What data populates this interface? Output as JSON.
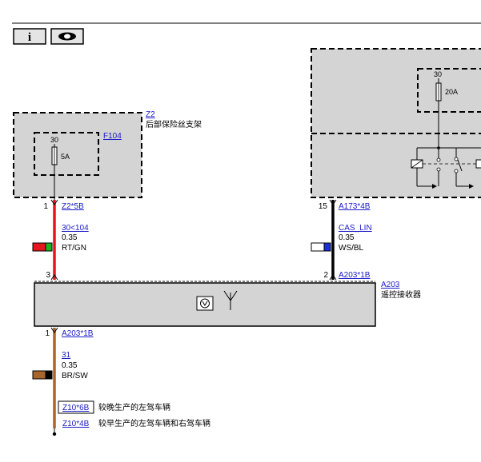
{
  "toolbar": {
    "info_icon": "info-icon",
    "view_icon": "eye-icon",
    "info_glyph": "i"
  },
  "colors": {
    "housing_fill": "#d4d4d4",
    "wire_red": "#e8141e",
    "wire_black": "#000000",
    "wire_brown": "#a8652c",
    "swatch_green": "#1eb41e",
    "swatch_blue": "#1c2fd6",
    "link": "#1a1ac8"
  },
  "z2": {
    "id": "Z2",
    "desc": "后部保险丝支架",
    "fuse_link": "F104",
    "fuse_terminal": "30",
    "fuse_rating": "5A"
  },
  "right_module": {
    "fuse_terminal": "30",
    "fuse_rating": "20A"
  },
  "wire_left": {
    "pin_top": "1",
    "connector_top": "Z2*5B",
    "circuit": "30<104",
    "gauge": "0.35",
    "color": "RT/GN",
    "pin_bottom": "3"
  },
  "wire_right": {
    "pin_top": "15",
    "connector_top": "A173*4B",
    "circuit": "CAS_LIN",
    "gauge": "0.35",
    "color": "WS/BL",
    "pin_bottom": "2",
    "connector_bottom": "A203*1B"
  },
  "a203": {
    "id": "A203",
    "desc": "遥控接收器"
  },
  "wire_ground": {
    "pin": "1",
    "connector": "A203*1B",
    "circuit": "31",
    "gauge": "0.35",
    "color": "BR/SW"
  },
  "ground_options": [
    {
      "connector": "Z10*6B",
      "desc": "较晚生产的左驾车辆"
    },
    {
      "connector": "Z10*4B",
      "desc": "较早生产的左驾车辆和右驾车辆"
    }
  ]
}
